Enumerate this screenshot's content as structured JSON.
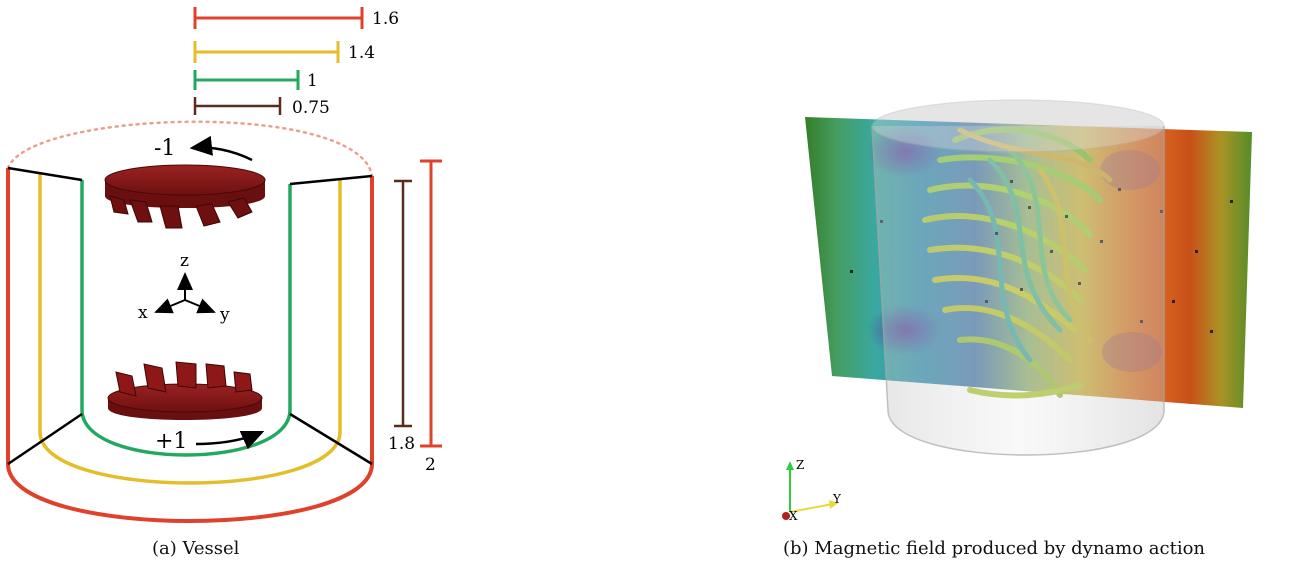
{
  "panel_a": {
    "caption": "(a) Vessel",
    "radius_labels": [
      "1.6",
      "1.4",
      "1",
      "0.75"
    ],
    "height_labels": [
      "1.8",
      "2"
    ],
    "rotation_top": "-1",
    "rotation_bottom": "+1",
    "axes": {
      "z": "z",
      "x": "x",
      "y": "y"
    },
    "colors": {
      "red": "#e0412b",
      "yellow": "#e3be2a",
      "green": "#22a860",
      "brown": "#5a2b1e",
      "impeller": "#7a1414"
    }
  },
  "panel_b": {
    "caption": "(b) Magnetic field produced by dynamo action",
    "axes": {
      "z": "Z",
      "x": "X",
      "y": "Y"
    }
  }
}
